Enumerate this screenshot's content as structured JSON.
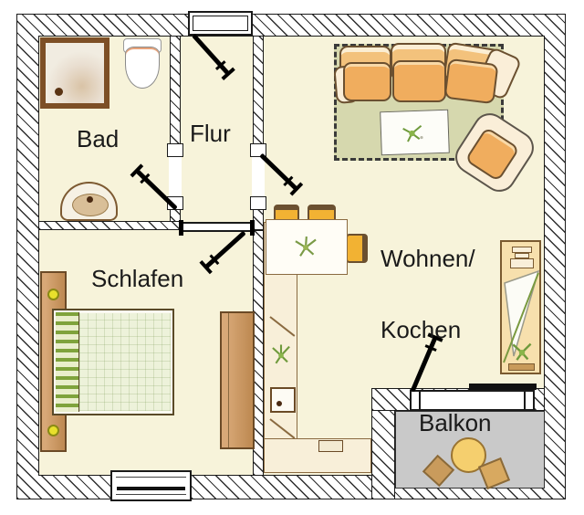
{
  "rooms": {
    "bad": {
      "label": "Bad"
    },
    "flur": {
      "label": "Flur"
    },
    "wohnen_kochen": {
      "label_line1": "Wohnen/",
      "label_line2": "Kochen"
    },
    "schlafen": {
      "label": "Schlafen"
    },
    "balkon": {
      "label": "Balkon"
    }
  },
  "icons": {
    "sanitary": [
      "shower-icon",
      "toilet-icon",
      "washbasin-icon"
    ],
    "bedroom": [
      "bed-icon",
      "headboard-icon",
      "wardrobe-icon",
      "window-icon"
    ],
    "kitchen": [
      "kitchen-counter-icon",
      "kitchen-sink-icon",
      "hob-icon",
      "plant-icon"
    ],
    "living": [
      "sofa-icon",
      "armchair-icon",
      "rug-icon",
      "coffee-table-icon",
      "dining-table-icon",
      "chair-icon",
      "shelf-unit-icon"
    ],
    "balcony": [
      "round-table-icon",
      "balcony-chair-icon"
    ],
    "openings": [
      "entrance-door-icon",
      "bathroom-door-icon",
      "hall-living-door-icon",
      "hall-bedroom-door-icon",
      "balcony-door-icon",
      "door-handle-icon"
    ]
  },
  "colors": {
    "floor": "#f7f3da",
    "ink": "#1a1a1a",
    "hatchLine": "#2e2e2e",
    "rug": "#d6d8ae",
    "rugFringe": "#3a3a3a",
    "sofa": "#f0ad5e",
    "sofaBack": "#f3c27c",
    "cream": "#faeed8",
    "outline": "#6b5030",
    "wood": "#d8a877",
    "woodDark": "#6b4a26",
    "counter": "#f8efd9",
    "counterLine": "#8a6a40",
    "chairYellow": "#f2b233",
    "balconyFloor": "#c9c9c9",
    "balconyTable": "#f5cf6e",
    "balconyChair": "#c99b5c",
    "plantGreen": "#6f9a3c",
    "knobYellow": "#e8e02c",
    "showerFrame": "#7d4f26"
  }
}
